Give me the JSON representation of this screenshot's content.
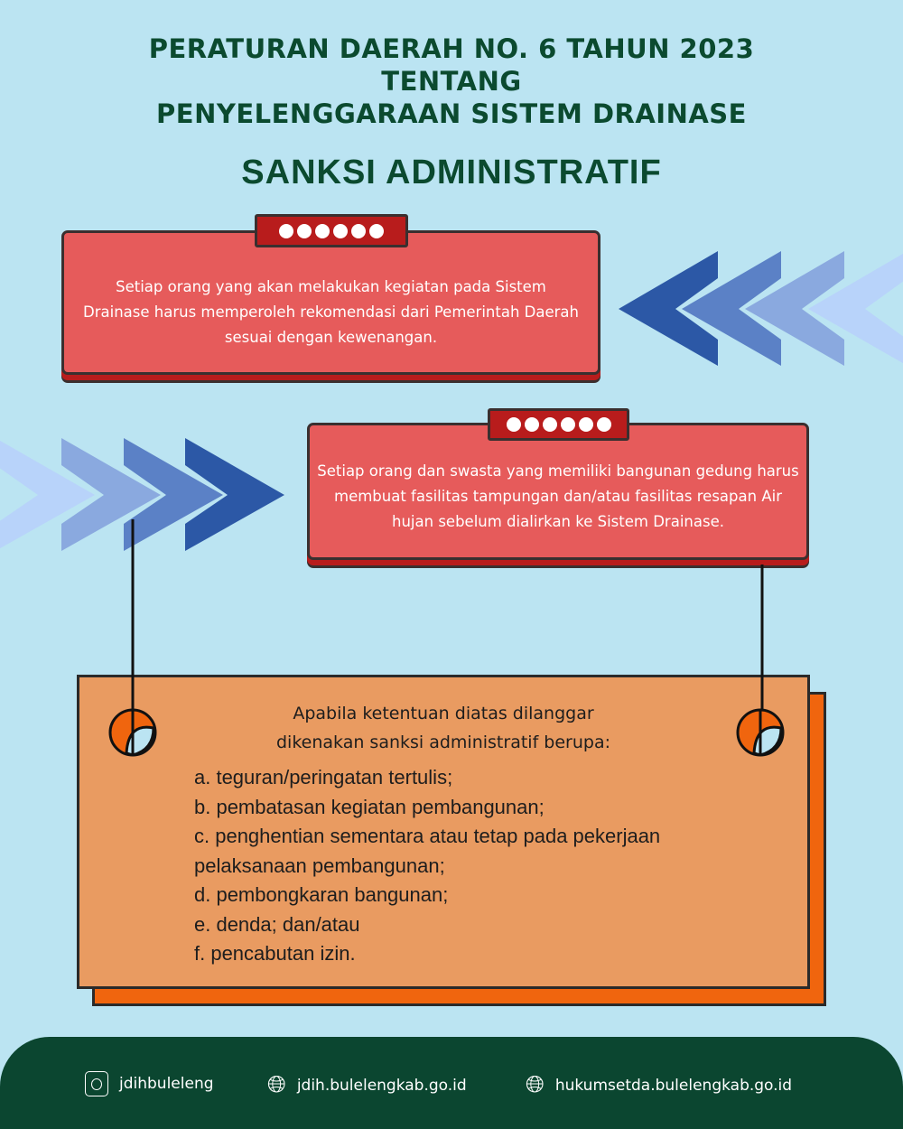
{
  "header": {
    "title_lines": [
      "PERATURAN DAERAH NO. 6 TAHUN 2023",
      "TENTANG",
      "PENYELENGGARAAN SISTEM DRAINASE"
    ],
    "subtitle": "SANKSI ADMINISTRATIF"
  },
  "card1": {
    "text": "Setiap orang yang akan melakukan kegiatan pada Sistem Drainase harus memperoleh rekomendasi dari Pemerintah Daerah sesuai dengan kewenangan."
  },
  "card2": {
    "text": "Setiap orang dan swasta yang memiliki bangunan gedung harus membuat fasilitas tampungan dan/atau fasilitas resapan Air hujan sebelum dialirkan ke Sistem Drainase."
  },
  "sanctions": {
    "lead_lines": [
      "Apabila ketentuan diatas dilanggar",
      "dikenakan sanksi administratif berupa:"
    ],
    "items": [
      "a. teguran/peringatan tertulis;",
      "b. pembatasan kegiatan pembangunan;",
      "c. penghentian sementara atau tetap pada pekerjaan",
      "pelaksanaan pembangunan;",
      "d. pembongkaran bangunan;",
      "e. denda; dan/atau",
      "f. pencabutan izin."
    ]
  },
  "footer": {
    "instagram": "jdihbuleleng",
    "website1": "jdih.bulelengkab.go.id",
    "website2": "hukumsetda.bulelengkab.go.id"
  },
  "colors": {
    "background": "#bbe4f2",
    "title": "#0b4a2f",
    "card": "#e65b5b",
    "tab": "#b81c1c",
    "orange": "#e99b61",
    "footer": "#0b4630"
  }
}
